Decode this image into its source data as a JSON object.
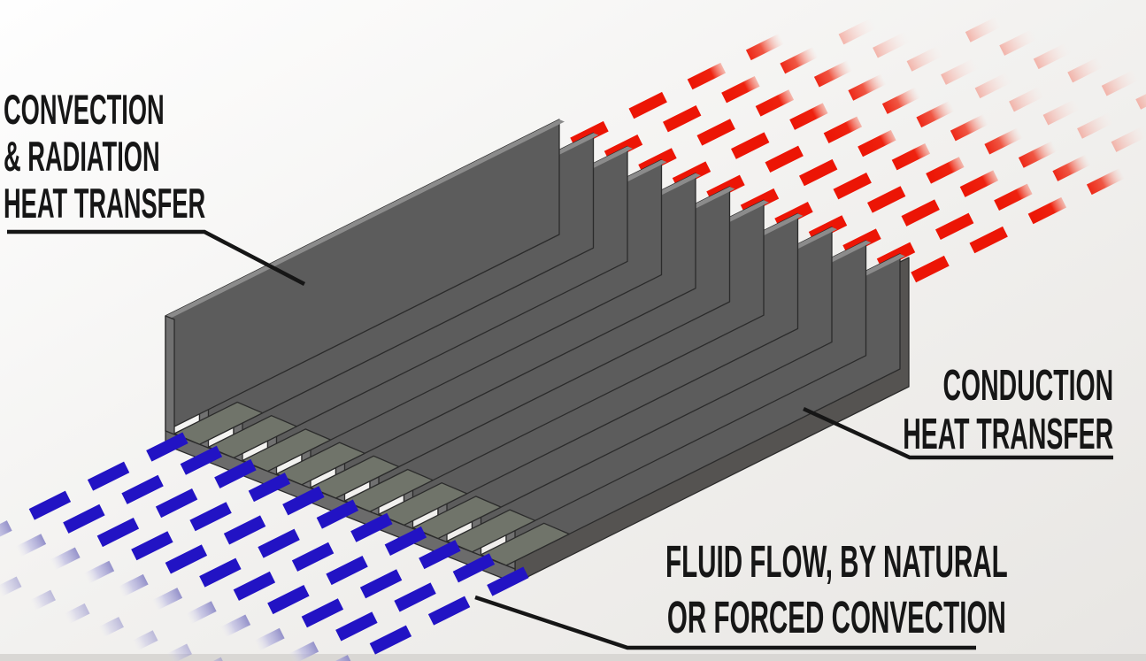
{
  "labels": {
    "convection": {
      "lines": [
        "CONVECTION",
        "& RADIATION",
        "HEAT TRANSFER"
      ]
    },
    "conduction": {
      "lines": [
        "CONDUCTION",
        "HEAT TRANSFER"
      ]
    },
    "fluid": {
      "lines": [
        "FLUID FLOW, BY NATURAL",
        "OR FORCED CONVECTION"
      ]
    },
    "text_color": "#161616"
  },
  "heatsink": {
    "fin_count": 11,
    "channel_count": 10,
    "colors": {
      "fin_left": "#5c5c5c",
      "fin_front": "#717171",
      "fin_top": "#8b8b8b",
      "right_face": "#555351",
      "floor": "#70746a",
      "base_front": "#6b6b6b",
      "outline": "#2b2b2b"
    }
  },
  "flows": {
    "hot_out": {
      "meaning": "convection & radiation heat transfer leaving fins",
      "color": "#ec1505",
      "rows": 11,
      "angle_deg": -26.53
    },
    "cool_in": {
      "meaning": "fluid flow entering channels",
      "color": "#2213c4",
      "pale_color": "#8a87c6",
      "rows": 11,
      "angle_deg": -26.53
    }
  },
  "background": {
    "top_left": "#fefefe",
    "middle": "#f2f1ef",
    "bottom_right": "#e8e6e3",
    "bottom_band": "#d9d7d4",
    "leader_color": "#161616"
  }
}
